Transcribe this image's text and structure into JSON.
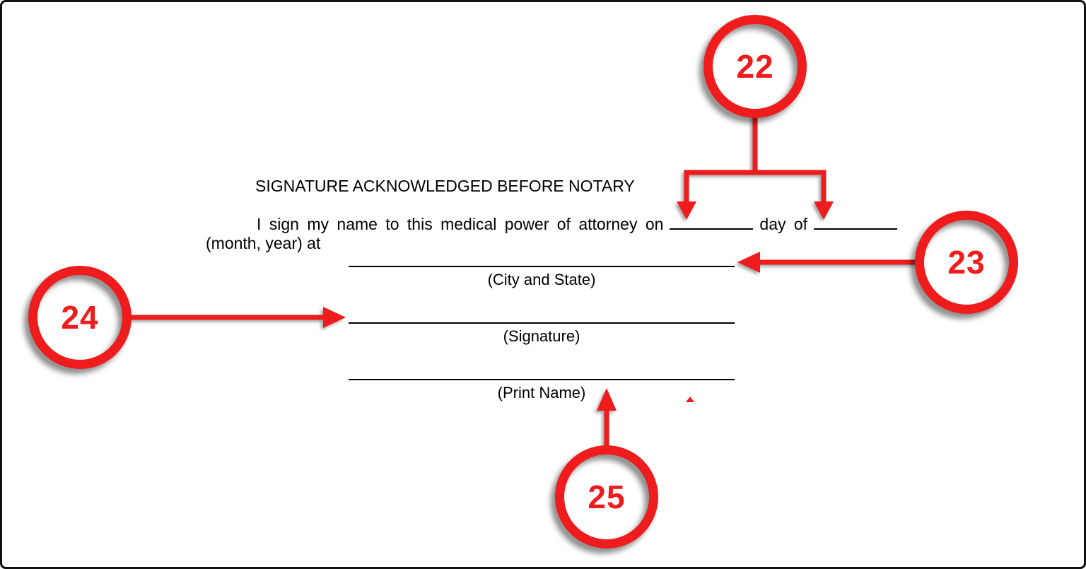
{
  "document": {
    "title": "SIGNATURE ACKNOWLEDGED BEFORE NOTARY",
    "sentence": {
      "part1": "I sign my name to this medical power of attorney on",
      "part2": "day of",
      "part3": "(month, year) at"
    },
    "fields": [
      {
        "label": "(City and State)"
      },
      {
        "label": "(Signature)"
      },
      {
        "label": "(Print Name)"
      }
    ]
  },
  "annotations": {
    "accent_color": "#EE1C1C",
    "callouts": [
      {
        "number": "22"
      },
      {
        "number": "23"
      },
      {
        "number": "24"
      },
      {
        "number": "25"
      }
    ]
  }
}
